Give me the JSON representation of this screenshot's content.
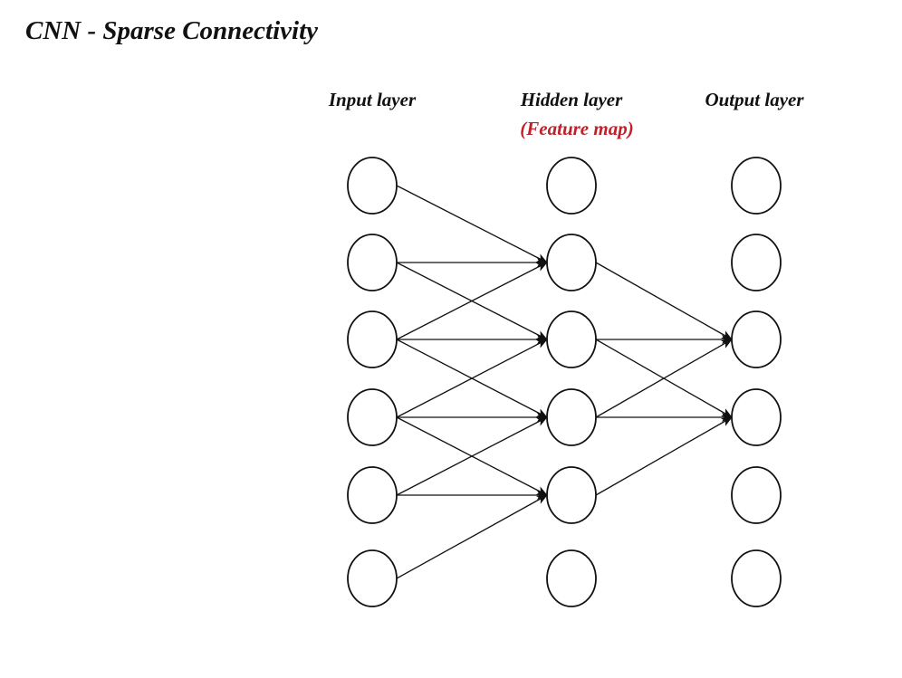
{
  "title": "CNN - Sparse Connectivity",
  "layers": [
    {
      "id": "input",
      "label": "Input layer",
      "sublabel": "",
      "nodes": 6
    },
    {
      "id": "hidden",
      "label": "Hidden layer",
      "sublabel": "(Feature map)",
      "nodes": 6
    },
    {
      "id": "output",
      "label": "Output layer",
      "sublabel": "",
      "nodes": 6
    }
  ],
  "connections": [
    {
      "from": [
        "input",
        0
      ],
      "to": [
        "hidden",
        1
      ]
    },
    {
      "from": [
        "input",
        1
      ],
      "to": [
        "hidden",
        1
      ]
    },
    {
      "from": [
        "input",
        1
      ],
      "to": [
        "hidden",
        2
      ]
    },
    {
      "from": [
        "input",
        2
      ],
      "to": [
        "hidden",
        1
      ]
    },
    {
      "from": [
        "input",
        2
      ],
      "to": [
        "hidden",
        2
      ]
    },
    {
      "from": [
        "input",
        2
      ],
      "to": [
        "hidden",
        3
      ]
    },
    {
      "from": [
        "input",
        3
      ],
      "to": [
        "hidden",
        2
      ]
    },
    {
      "from": [
        "input",
        3
      ],
      "to": [
        "hidden",
        3
      ]
    },
    {
      "from": [
        "input",
        3
      ],
      "to": [
        "hidden",
        4
      ]
    },
    {
      "from": [
        "input",
        4
      ],
      "to": [
        "hidden",
        3
      ]
    },
    {
      "from": [
        "input",
        4
      ],
      "to": [
        "hidden",
        4
      ]
    },
    {
      "from": [
        "input",
        5
      ],
      "to": [
        "hidden",
        4
      ]
    },
    {
      "from": [
        "hidden",
        1
      ],
      "to": [
        "output",
        2
      ]
    },
    {
      "from": [
        "hidden",
        2
      ],
      "to": [
        "output",
        2
      ]
    },
    {
      "from": [
        "hidden",
        2
      ],
      "to": [
        "output",
        3
      ]
    },
    {
      "from": [
        "hidden",
        3
      ],
      "to": [
        "output",
        2
      ]
    },
    {
      "from": [
        "hidden",
        3
      ],
      "to": [
        "output",
        3
      ]
    },
    {
      "from": [
        "hidden",
        4
      ],
      "to": [
        "output",
        3
      ]
    }
  ],
  "colors": {
    "text": "#111111",
    "sublabel": "#c0202a",
    "stroke": "#111111",
    "background": "#ffffff"
  }
}
